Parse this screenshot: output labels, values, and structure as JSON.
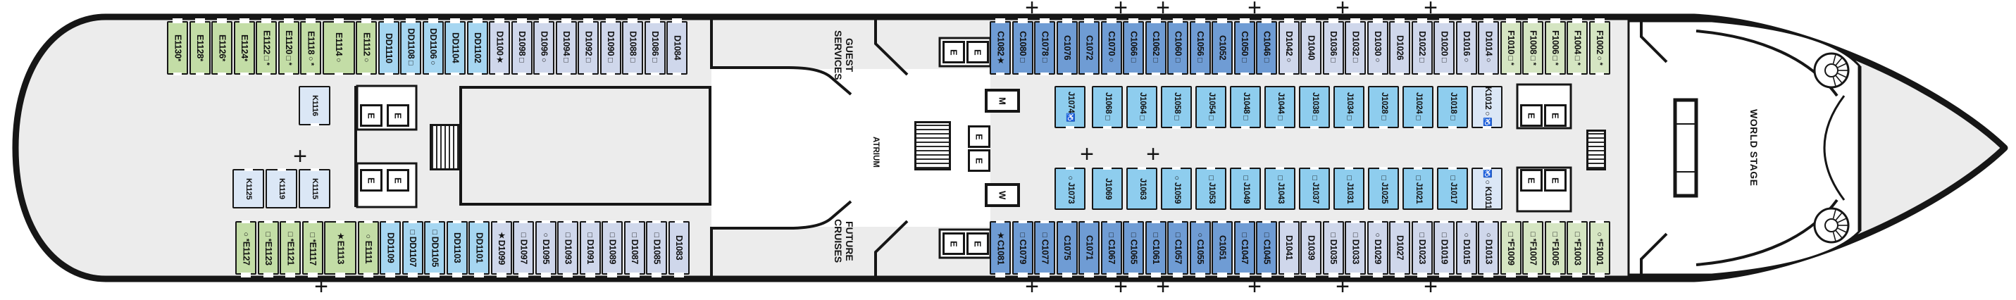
{
  "labels": {
    "guest_services": "GUEST SERVICES",
    "future_cruises": "FUTURE CRUISES",
    "atrium": "ATRIUM",
    "world_stage": "WORLD STAGE",
    "elevator": "E",
    "mens_room": "M",
    "womens_room": "W",
    "plus_symbol": "+"
  },
  "colors": {
    "hull_fill": "#ececec",
    "outline": "#161616",
    "category_E": "#c3dda6",
    "category_F": "#d5e5c2",
    "category_DD": "#a6d6f1",
    "category_D": "#cfd7eb",
    "category_C": "#6f9cd4",
    "category_J": "#8ecdee",
    "category_K": "#dbe7f6"
  },
  "rows": {
    "top_outer_left": [
      {
        "id": "E1130",
        "sym": "*"
      },
      {
        "id": "E1128",
        "sym": "*"
      },
      {
        "id": "E1126",
        "sym": "*"
      },
      {
        "id": "E1124",
        "sym": "*"
      },
      {
        "id": "E1122",
        "sym": "□*"
      },
      {
        "id": "E1120",
        "sym": "□*"
      },
      {
        "id": "E1118",
        "sym": "○*"
      },
      {
        "id": "E1114",
        "sym": "○",
        "wide": true
      },
      {
        "id": "E1112",
        "sym": "○"
      },
      {
        "id": "DD1110"
      },
      {
        "id": "DD1108",
        "sym": "□"
      },
      {
        "id": "DD1106",
        "sym": "○"
      },
      {
        "id": "DD1104"
      },
      {
        "id": "DD1102"
      },
      {
        "id": "D1100",
        "sym": "★"
      },
      {
        "id": "D1098",
        "sym": "□"
      },
      {
        "id": "D1096",
        "sym": "○"
      },
      {
        "id": "D1094",
        "sym": "□"
      },
      {
        "id": "D1092",
        "sym": "□"
      },
      {
        "id": "D1090",
        "sym": "□"
      },
      {
        "id": "D1088",
        "sym": "□"
      },
      {
        "id": "D1086",
        "sym": "□"
      },
      {
        "id": "D1084"
      }
    ],
    "top_outer_right": [
      {
        "id": "C1082",
        "sym": "★"
      },
      {
        "id": "C1080",
        "sym": "□"
      },
      {
        "id": "C1078",
        "sym": "□"
      },
      {
        "id": "C1076"
      },
      {
        "id": "C1072"
      },
      {
        "id": "C1070",
        "sym": "○"
      },
      {
        "id": "C1066",
        "sym": "□"
      },
      {
        "id": "C1062",
        "sym": "□"
      },
      {
        "id": "C1060",
        "sym": "□"
      },
      {
        "id": "C1056",
        "sym": "□"
      },
      {
        "id": "C1052"
      },
      {
        "id": "C1050",
        "sym": "□"
      },
      {
        "id": "C1046",
        "sym": "□"
      },
      {
        "id": "D1042",
        "sym": "○"
      },
      {
        "id": "D1040"
      },
      {
        "id": "D1036",
        "sym": "□"
      },
      {
        "id": "D1032",
        "sym": "□"
      },
      {
        "id": "D1030",
        "sym": "○"
      },
      {
        "id": "D1026"
      },
      {
        "id": "D1022",
        "sym": "□"
      },
      {
        "id": "D1020",
        "sym": "□"
      },
      {
        "id": "D1016",
        "sym": "○"
      },
      {
        "id": "D1014",
        "sym": "○"
      },
      {
        "id": "F1010",
        "sym": "□*"
      },
      {
        "id": "F1008",
        "sym": "□*"
      },
      {
        "id": "F1006",
        "sym": "□*"
      },
      {
        "id": "F1004",
        "sym": "□*"
      },
      {
        "id": "F1002",
        "sym": "○*"
      }
    ],
    "inner_top": [
      {
        "id": "J1074",
        "sym": "♿"
      },
      {
        "id": "J1068",
        "sym": "□"
      },
      {
        "id": "J1064",
        "sym": "□"
      },
      {
        "id": "J1058",
        "sym": "□"
      },
      {
        "id": "J1054",
        "sym": "□"
      },
      {
        "id": "J1048",
        "sym": "□"
      },
      {
        "id": "J1044",
        "sym": "□"
      },
      {
        "id": "J1038",
        "sym": "□"
      },
      {
        "id": "J1034",
        "sym": "□"
      },
      {
        "id": "J1028",
        "sym": "□"
      },
      {
        "id": "J1024",
        "sym": "□"
      },
      {
        "id": "J1018",
        "sym": "□"
      },
      {
        "id": "K1012",
        "sym": "○♿"
      }
    ],
    "inner_bottom": [
      {
        "id": "J1073",
        "sym": "○"
      },
      {
        "id": "J1069"
      },
      {
        "id": "J1063"
      },
      {
        "id": "J1059",
        "sym": "○"
      },
      {
        "id": "J1053",
        "sym": "□"
      },
      {
        "id": "J1049",
        "sym": "□"
      },
      {
        "id": "J1043",
        "sym": "□"
      },
      {
        "id": "J1037",
        "sym": "□"
      },
      {
        "id": "J1031",
        "sym": "□"
      },
      {
        "id": "J1025",
        "sym": "□"
      },
      {
        "id": "J1021",
        "sym": "□"
      },
      {
        "id": "J1017",
        "sym": "□"
      },
      {
        "id": "K1011",
        "sym": "♿○"
      }
    ],
    "bottom_outer_left": [
      {
        "id": "E1127",
        "sym": "○*"
      },
      {
        "id": "E1123",
        "sym": "□*"
      },
      {
        "id": "E1121",
        "sym": "□*"
      },
      {
        "id": "E1117",
        "sym": "□*"
      },
      {
        "id": "E1113",
        "sym": "★",
        "wide": true
      },
      {
        "id": "E1111",
        "sym": "○"
      },
      {
        "id": "DD1109"
      },
      {
        "id": "DD1107",
        "sym": "□"
      },
      {
        "id": "DD1105",
        "sym": "□"
      },
      {
        "id": "DD1103"
      },
      {
        "id": "DD1101"
      },
      {
        "id": "D1099",
        "sym": "★"
      },
      {
        "id": "D1097",
        "sym": "□"
      },
      {
        "id": "D1095",
        "sym": "○"
      },
      {
        "id": "D1093",
        "sym": "□"
      },
      {
        "id": "D1091",
        "sym": "□"
      },
      {
        "id": "D1089",
        "sym": "□"
      },
      {
        "id": "D1087",
        "sym": "□"
      },
      {
        "id": "D1085",
        "sym": "□"
      },
      {
        "id": "D1083"
      }
    ],
    "bottom_outer_right": [
      {
        "id": "C1081",
        "sym": "★"
      },
      {
        "id": "C1079",
        "sym": "□"
      },
      {
        "id": "C1077",
        "sym": "□"
      },
      {
        "id": "C1075"
      },
      {
        "id": "C1071"
      },
      {
        "id": "C1067",
        "sym": "□"
      },
      {
        "id": "C1065",
        "sym": "□"
      },
      {
        "id": "C1061",
        "sym": "□"
      },
      {
        "id": "C1057",
        "sym": "□"
      },
      {
        "id": "C1055",
        "sym": "○"
      },
      {
        "id": "C1051"
      },
      {
        "id": "C1047",
        "sym": "□"
      },
      {
        "id": "C1045",
        "sym": "□"
      },
      {
        "id": "D1041"
      },
      {
        "id": "D1039"
      },
      {
        "id": "D1035",
        "sym": "□"
      },
      {
        "id": "D1033",
        "sym": "□"
      },
      {
        "id": "D1029",
        "sym": "○"
      },
      {
        "id": "D1027"
      },
      {
        "id": "D1023",
        "sym": "□"
      },
      {
        "id": "D1019",
        "sym": "□"
      },
      {
        "id": "D1015",
        "sym": "○"
      },
      {
        "id": "D1013",
        "sym": "○"
      },
      {
        "id": "F1009",
        "sym": "□*"
      },
      {
        "id": "F1007",
        "sym": "□*"
      },
      {
        "id": "F1005",
        "sym": "□*"
      },
      {
        "id": "F1003",
        "sym": "□*"
      },
      {
        "id": "F1001",
        "sym": "○*"
      }
    ],
    "k_single": [
      {
        "id": "K1116"
      }
    ],
    "k_trio": [
      {
        "id": "K1125"
      },
      {
        "id": "K1119"
      },
      {
        "id": "K1115"
      }
    ]
  }
}
